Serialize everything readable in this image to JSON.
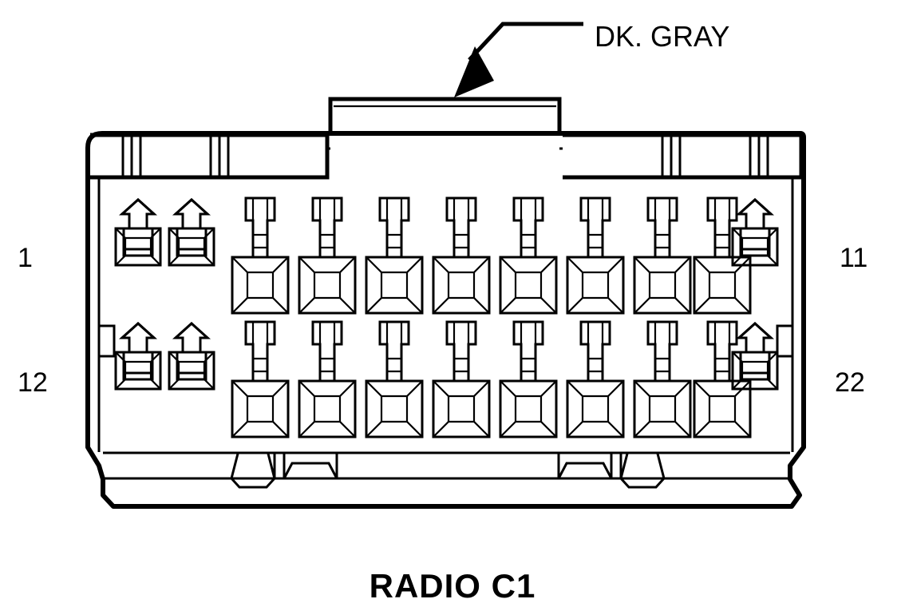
{
  "diagram": {
    "title": "RADIO C1",
    "type": "automotive-connector-pinout",
    "callout": {
      "label": "DK. GRAY",
      "target": "top-latch-tab",
      "arrow": "solid-filled-arrowhead"
    },
    "pin_labels": {
      "top_left": "1",
      "top_right": "11",
      "bottom_left": "12",
      "bottom_right": "22"
    },
    "rows": [
      {
        "name": "top-row",
        "start_pin": "1",
        "end_pin": "11",
        "count": 11,
        "cavities": [
          "small",
          "small",
          "large",
          "large",
          "large",
          "large",
          "large",
          "large",
          "large",
          "large",
          "small"
        ]
      },
      {
        "name": "bottom-row",
        "start_pin": "12",
        "end_pin": "22",
        "count": 11,
        "cavities": [
          "small",
          "small",
          "large",
          "large",
          "large",
          "large",
          "large",
          "large",
          "large",
          "large",
          "small"
        ]
      }
    ],
    "total_cavities": 22,
    "colors": {
      "line": "#000000",
      "background": "#ffffff",
      "body_fill": "#ffffff",
      "arrow_fill": "#000000"
    }
  }
}
